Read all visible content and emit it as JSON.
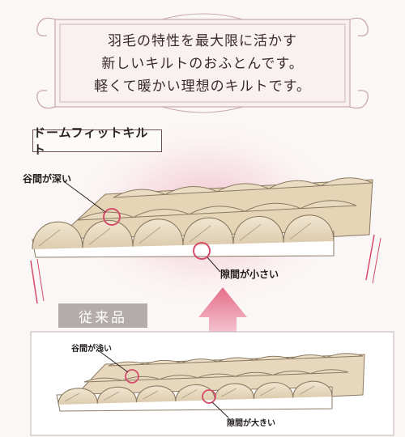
{
  "intro": {
    "lines": [
      "羽毛の特性を最大限に活かす",
      "新しいキルトのおふとんです。",
      "軽くて暖かい理想のキルトです。"
    ]
  },
  "dome_fit": {
    "label": "ドームフィットキルト",
    "valley_callout": "谷間が深い",
    "gap_callout": "隙間が小さい"
  },
  "conventional": {
    "label": "従来品",
    "valley_callout": "谷間が浅い",
    "gap_callout": "隙間が大きい"
  },
  "colors": {
    "frame": "#c9a9ab",
    "accent_red": "#d44c6a",
    "quilt_fill": "#e8dac2",
    "quilt_edge": "#8b7a62",
    "glow_pink": "#e989a3",
    "badge_gray": "#b3acab"
  }
}
